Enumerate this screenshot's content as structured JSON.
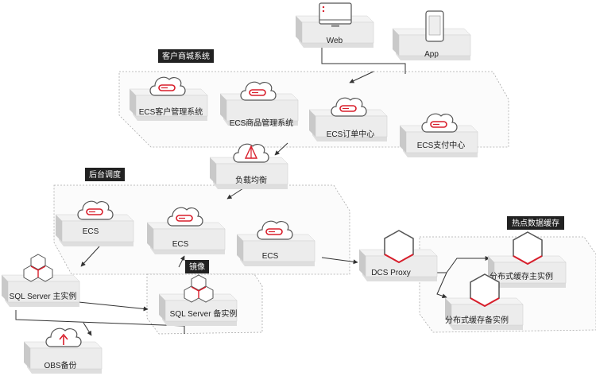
{
  "nodes": {
    "web": {
      "label": "Web"
    },
    "app": {
      "label": "App"
    },
    "ecs_customer": {
      "label": "ECS客户管理系统"
    },
    "ecs_product": {
      "label": "ECS商品管理系统"
    },
    "ecs_order": {
      "label": "ECS订单中心"
    },
    "ecs_payment": {
      "label": "ECS支付中心"
    },
    "load_balancer": {
      "label": "负载均衡"
    },
    "ecs_1": {
      "label": "ECS"
    },
    "ecs_2": {
      "label": "ECS"
    },
    "ecs_3": {
      "label": "ECS"
    },
    "dcs_proxy": {
      "label": "DCS Proxy"
    },
    "cache_master": {
      "label": "分布式缓存主实例"
    },
    "cache_standby": {
      "label": "分布式缓存备实例"
    },
    "sql_master": {
      "label": "SQL Server 主实例"
    },
    "sql_standby": {
      "label": "SQL Server 备实例"
    },
    "obs_backup": {
      "label": "OBS备份"
    }
  },
  "groups": {
    "mall": {
      "label": "客户商城系统"
    },
    "backend": {
      "label": "后台调度"
    },
    "hotspot_cache": {
      "label": "热点数据缓存"
    },
    "mirror": {
      "label": "镜像"
    }
  },
  "colors": {
    "accent": "#d81e2b",
    "tag_bg": "#222222",
    "tile_top": "#efefef",
    "tile_side": "#cfcfcf",
    "line": "#333333"
  }
}
